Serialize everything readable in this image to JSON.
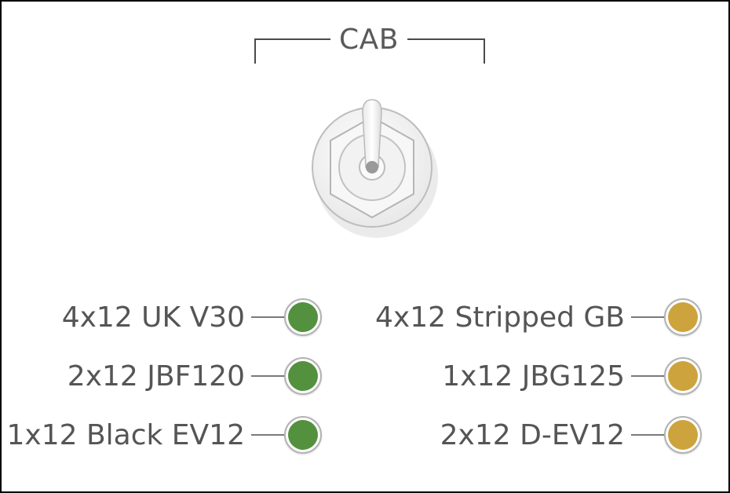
{
  "header": {
    "label": "CAB"
  },
  "colors": {
    "green": "#53913f",
    "yellow": "#cda33d"
  },
  "cabinets": {
    "left": [
      {
        "label": "4x12 UK V30",
        "led": "green"
      },
      {
        "label": "2x12 JBF120",
        "led": "green"
      },
      {
        "label": "1x12 Black EV12",
        "led": "green"
      }
    ],
    "right": [
      {
        "label": "4x12 Stripped GB",
        "led": "yellow"
      },
      {
        "label": "1x12 JBG125",
        "led": "yellow"
      },
      {
        "label": "2x12 D-EV12",
        "led": "yellow"
      }
    ]
  }
}
